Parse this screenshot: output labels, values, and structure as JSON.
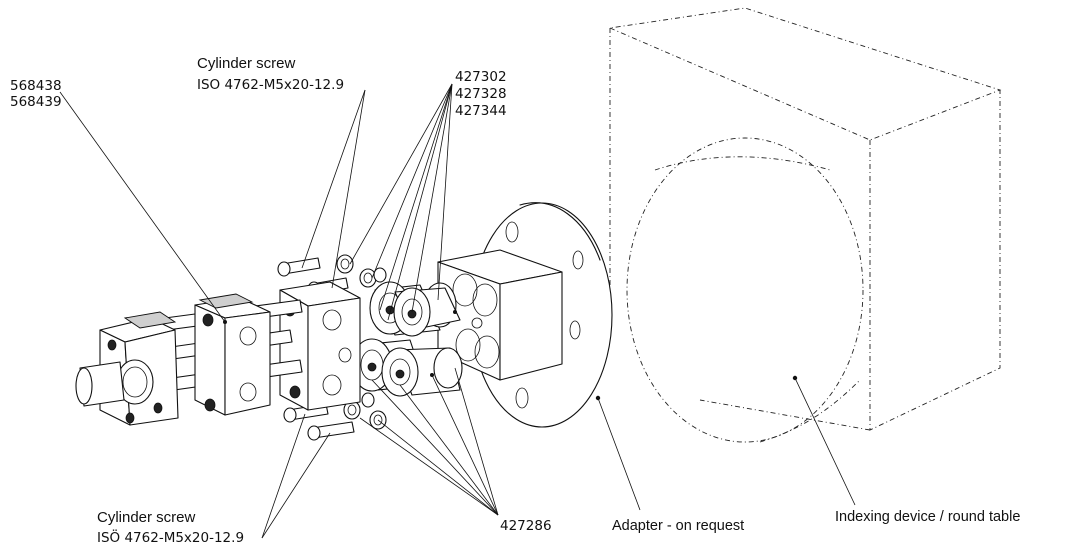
{
  "labels": {
    "screw_top_title": "Cylinder screw",
    "screw_top_spec": "ISO 4762-M5x20-12.9",
    "screw_bottom_title": "Cylinder screw",
    "screw_bottom_spec": "ISÖ 4762-M5x20-12.9",
    "part_568438": "568438",
    "part_568439": "568439",
    "part_427302": "427302",
    "part_427328": "427328",
    "part_427344": "427344",
    "part_427286": "427286",
    "adapter": "Adapter - on request",
    "indexing_device": "Indexing device / round table"
  }
}
